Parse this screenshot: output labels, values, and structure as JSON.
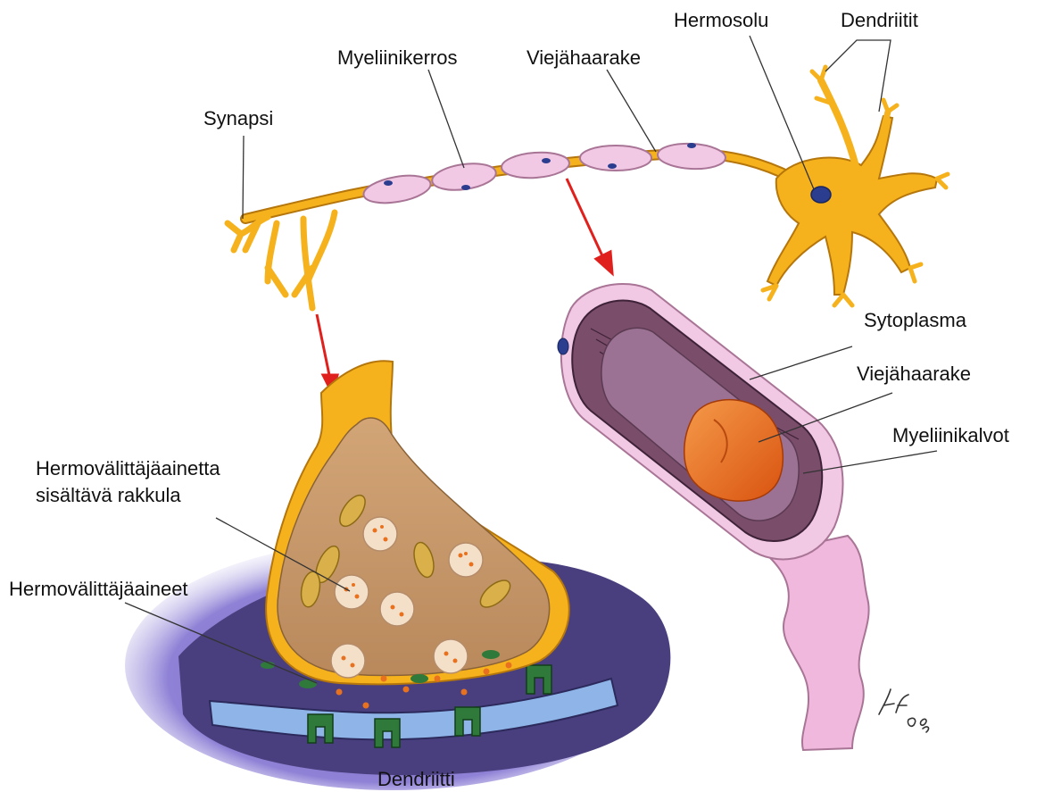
{
  "labels": {
    "synapsi": "Synapsi",
    "myeliinikerros": "Myeliinikerros",
    "viejahaarake_top": "Viejähaarake",
    "hermosolu": "Hermosolu",
    "dendriitit": "Dendriitit",
    "sytoplasma": "Sytoplasma",
    "viejahaarake_section": "Viejähaarake",
    "myeliinikalvot": "Myeliinikalvot",
    "rakkula_line1": "Hermovälittäjäainetta",
    "rakkula_line2": "sisältävä rakkula",
    "hermovalittajaaineet": "Hermovälittäjäaineet",
    "dendriitti": "Dendriitti"
  },
  "colors": {
    "neuron": "#f6b21c",
    "neuron_edge": "#b5760c",
    "myelin": "#f2c9e4",
    "myelin_edge": "#a97596",
    "nucleus": "#2a3d8f",
    "arrow": "#e0201c",
    "terminal_fill": "#c99a6c",
    "dendrite_body": "#4a3f7e",
    "cleft_band": "#8fb5e8",
    "receptor": "#2f7a3a",
    "vesicle": "#f4e0c8",
    "neurotransmitter": "#e8711f",
    "mitochondria": "#d9b04a",
    "axon_core": "#e8641e",
    "sheath_inner": "#7a4d6a"
  },
  "signature": "tf 08"
}
